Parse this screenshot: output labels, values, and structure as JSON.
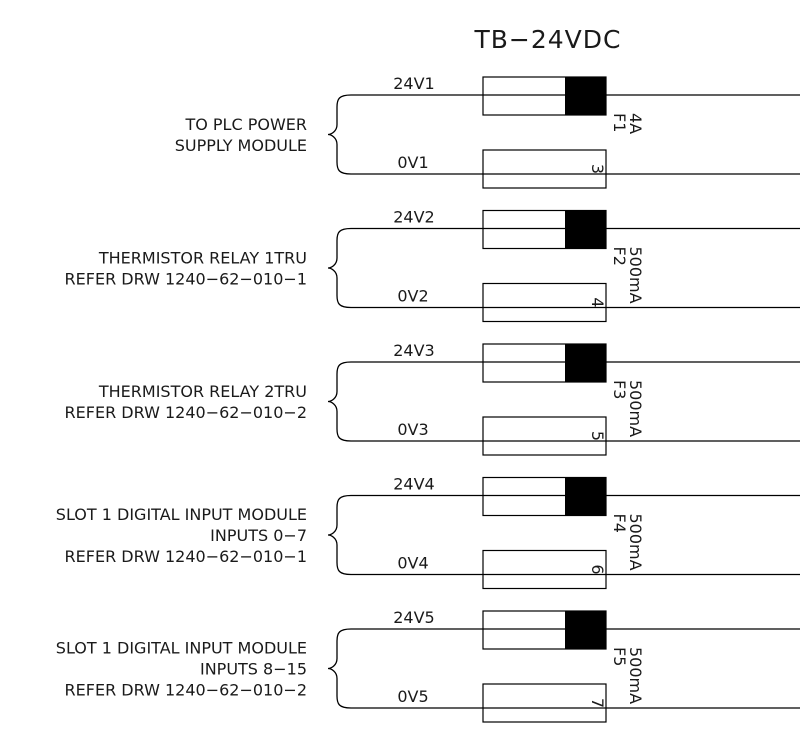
{
  "title": "TB−24VDC",
  "groups": [
    {
      "description": [
        "TO PLC POWER",
        "SUPPLY MODULE"
      ],
      "wire_positive": "24V1",
      "wire_negative": "0V1",
      "fuse_id": "F1",
      "fuse_rating": "4A",
      "terminal_number": "3"
    },
    {
      "description": [
        "THERMISTOR RELAY 1TRU",
        "REFER DRW 1240−62−010−1"
      ],
      "wire_positive": "24V2",
      "wire_negative": "0V2",
      "fuse_id": "F2",
      "fuse_rating": "500mA",
      "terminal_number": "4"
    },
    {
      "description": [
        "THERMISTOR RELAY 2TRU",
        "REFER DRW 1240−62−010−2"
      ],
      "wire_positive": "24V3",
      "wire_negative": "0V3",
      "fuse_id": "F3",
      "fuse_rating": "500mA",
      "terminal_number": "5"
    },
    {
      "description": [
        "SLOT 1 DIGITAL INPUT MODULE",
        "INPUTS 0−7",
        "REFER DRW 1240−62−010−1"
      ],
      "wire_positive": "24V4",
      "wire_negative": "0V4",
      "fuse_id": "F4",
      "fuse_rating": "500mA",
      "terminal_number": "6"
    },
    {
      "description": [
        "SLOT 1 DIGITAL INPUT MODULE",
        "INPUTS 8−15",
        "REFER DRW 1240−62−010−2"
      ],
      "wire_positive": "24V5",
      "wire_negative": "0V5",
      "fuse_id": "F5",
      "fuse_rating": "500mA",
      "terminal_number": "7"
    }
  ]
}
